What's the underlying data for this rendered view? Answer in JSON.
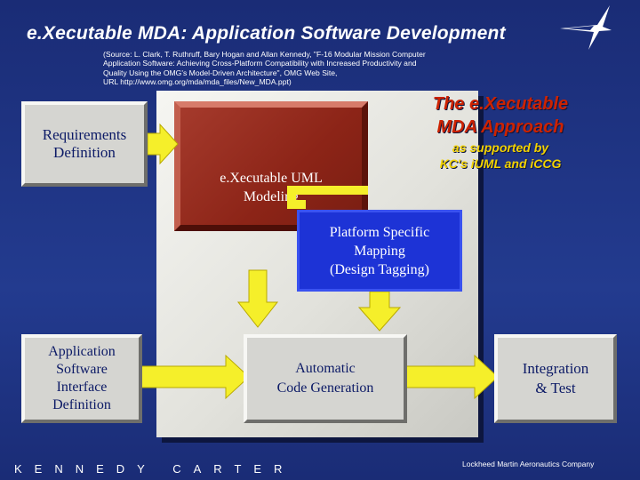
{
  "header": {
    "title": "e.Xecutable MDA: Application Software Development",
    "source_lines": [
      "(Source:  L. Clark, T. Ruthruff, Bary Hogan and Allan Kennedy, \"F-16 Modular Mission Computer",
      "Application Software:  Achieving Cross-Platform Compatibility with Increased Productivity and",
      "Quality Using the OMG's Model-Driven Architecture\", OMG Web Site,",
      "URL http://www.omg.org/mda/mda_files/New_MDA.ppt)"
    ]
  },
  "approach": {
    "title_line1": "The e.Xecutable",
    "title_line2": "MDA Approach",
    "subtitle_line1": "as supported by",
    "subtitle_line2": "KC's iUML and iCCG"
  },
  "boxes": {
    "requirements": {
      "line1": "Requirements",
      "line2": "Definition"
    },
    "uml": {
      "line1": "e.Xecutable UML",
      "line2": "Modeling"
    },
    "mapping": {
      "line1": "Platform Specific",
      "line2": "Mapping",
      "line3": "(Design Tagging)"
    },
    "interface": {
      "line1": "Application",
      "line2": "Software",
      "line3": "Interface",
      "line4": "Definition"
    },
    "codegen": {
      "line1": "Automatic",
      "line2": "Code Generation"
    },
    "integration": {
      "line1": "Integration",
      "line2": "& Test"
    }
  },
  "footer": {
    "left": "KENNEDY  CARTER",
    "right": "Lockheed Martin Aeronautics Company"
  },
  "colors": {
    "background": "#1c2f7d",
    "panel": "#e6e6e0",
    "red_box": "#8c2417",
    "blue_box": "#1d33d6",
    "arrow_fill": "#f5ef2a",
    "approach_title": "#cc2200",
    "approach_subtitle": "#f2d200"
  }
}
